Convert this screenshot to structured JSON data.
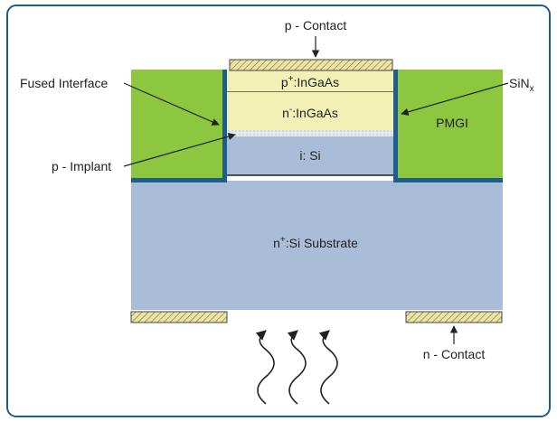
{
  "labels": {
    "p_contact": "p - Contact",
    "fused_interface": "Fused Interface",
    "p_implant": "p - Implant",
    "sinx_main": "SiN",
    "sinx_sub": "x",
    "pmgi": "PMGI",
    "p_ingaas_prefix": "p",
    "p_ingaas_sup": "+",
    "p_ingaas_suffix": ":InGaAs",
    "n_ingaas_prefix": "n",
    "n_ingaas_sup": "-",
    "n_ingaas_suffix": ":InGaAs",
    "i_si": "i: Si",
    "substrate_prefix": "n",
    "substrate_sup": "+",
    "substrate_suffix": ":Si Substrate",
    "n_contact": "n - Contact"
  },
  "colors": {
    "frame": "#1f5e8c",
    "pmgi_green": "#8dc63f",
    "sin_blue": "#1f5e8c",
    "ingaas_yellow": "#f2f0b4",
    "si_blue": "#aabdd8",
    "contact_fill": "#e8e0a0"
  },
  "icons": {
    "light": "wavy-arrow-icon"
  }
}
